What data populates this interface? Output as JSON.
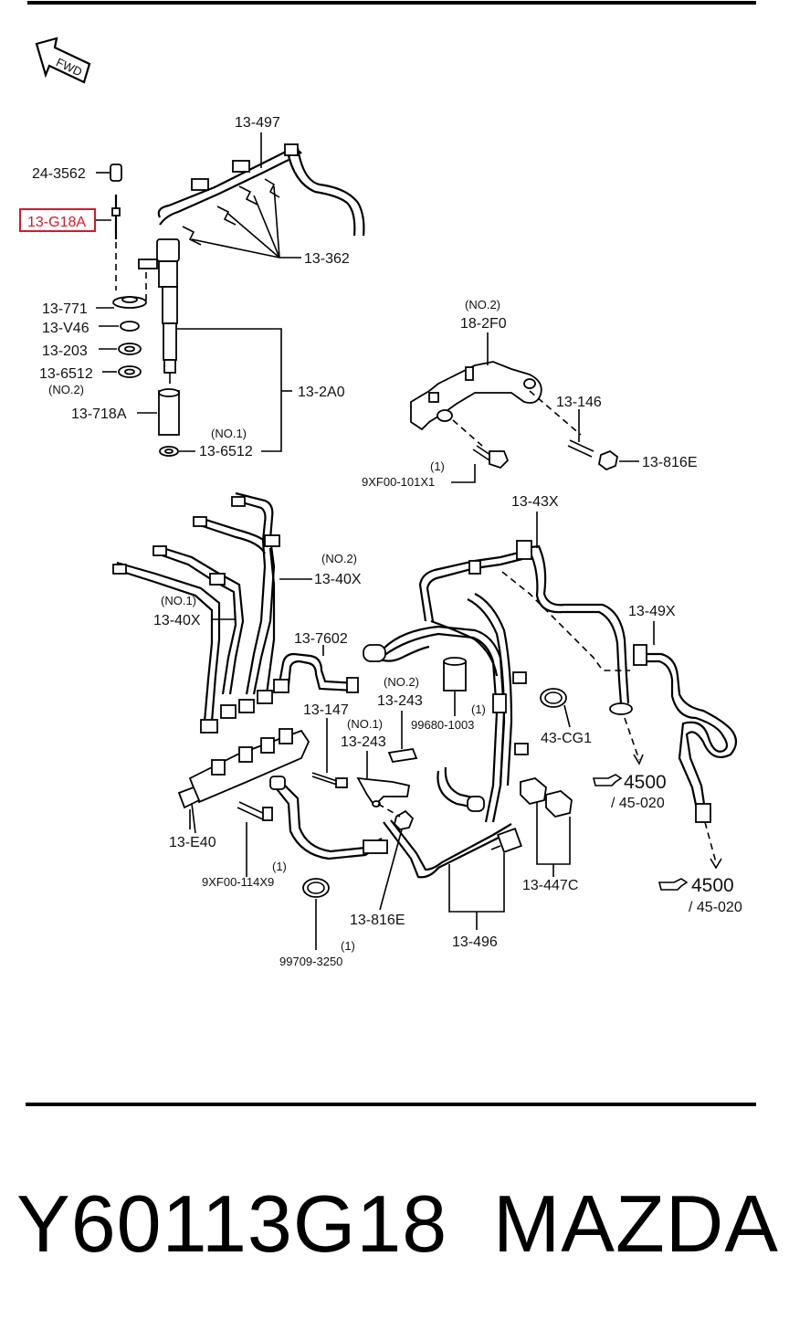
{
  "diagram": {
    "fwd_label": "FWD",
    "highlight_color": "#d11a2a",
    "callouts": {
      "c_13_497": "13-497",
      "c_24_3562": "24-3562",
      "c_13_g18a": "13-G18A",
      "c_13_362": "13-362",
      "c_13_771": "13-771",
      "c_13_v46": "13-V46",
      "c_13_203": "13-203",
      "c_13_6512_top": "13-6512",
      "c_no2_top": "(NO.2)",
      "c_13_718a": "13-718A",
      "c_13_2a0": "13-2A0",
      "c_no1_top": "(NO.1)",
      "c_13_6512_bottom": "13-6512",
      "c_no2_bracket": "(NO.2)",
      "c_18_2f0": "18-2F0",
      "c_13_146": "13-146",
      "c_13_816e_top": "13-816E",
      "c_1_bolt": "(1)",
      "c_9xf00_101x1": "9XF00-101X1",
      "c_13_43x": "13-43X",
      "c_no2_40x": "(NO.2)",
      "c_13_40x_no2": "13-40X",
      "c_no1_40x": "(NO.1)",
      "c_13_40x_no1": "13-40X",
      "c_13_49x": "13-49X",
      "c_13_7602": "13-7602",
      "c_no2_243": "(NO.2)",
      "c_13_243_no2": "13-243",
      "c_1_99680": "(1)",
      "c_99680_1003": "99680-1003",
      "c_13_147": "13-147",
      "c_no1_243": "(NO.1)",
      "c_13_243_no1": "13-243",
      "c_43_cg1": "43-CG1",
      "c_ref_4500_a": "4500",
      "c_ref_45020_a": "/ 45-020",
      "c_13_e40": "13-E40",
      "c_1_114x9": "(1)",
      "c_9xf00_114x9": "9XF00-114X9",
      "c_13_447c": "13-447C",
      "c_ref_4500_b": "4500",
      "c_ref_45020_b": "/ 45-020",
      "c_13_816e_bottom": "13-816E",
      "c_13_496": "13-496",
      "c_1_99709": "(1)",
      "c_99709_3250": "99709-3250"
    }
  },
  "footer": {
    "part_number": "Y60113G18",
    "brand": "MAZDA"
  }
}
